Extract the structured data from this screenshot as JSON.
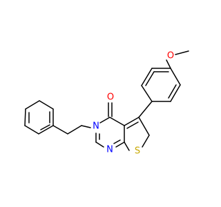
{
  "molecule": {
    "atoms": {
      "O_carbonyl": "O",
      "N_ring3": "N",
      "N_ring1": "N",
      "S_thiophene": "S",
      "O_methoxy": "O"
    },
    "colors": {
      "bond": "#000000",
      "oxygen": "#ff0000",
      "nitrogen": "#0000ff",
      "sulfur": "#c8a800",
      "background": "#ffffff"
    }
  }
}
